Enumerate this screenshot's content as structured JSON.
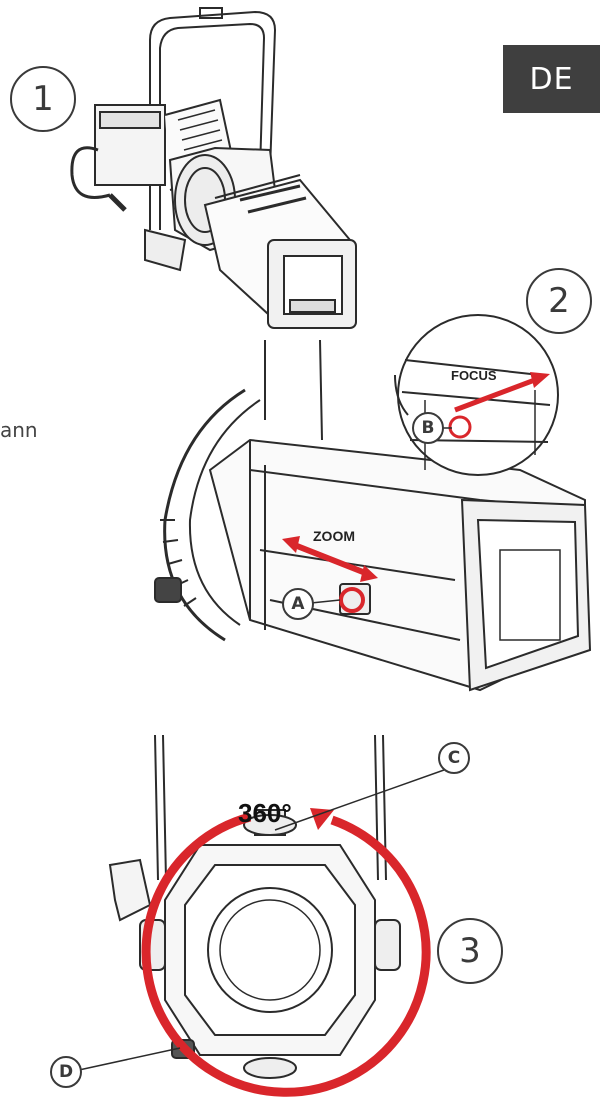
{
  "header": {
    "language_code": "DE"
  },
  "steps": [
    {
      "number": "1"
    },
    {
      "number": "2"
    },
    {
      "number": "3"
    }
  ],
  "callouts": {
    "a": "A",
    "b": "B",
    "c": "C",
    "d": "D"
  },
  "labels": {
    "zoom": "ZOOM",
    "focus": "FOCUS",
    "rotation": "360°",
    "text_fragment": "ann"
  },
  "colors": {
    "accent_red": "#d9262b",
    "line_art": "#2b2b2b",
    "badge_dark": "#3f3f3f"
  }
}
